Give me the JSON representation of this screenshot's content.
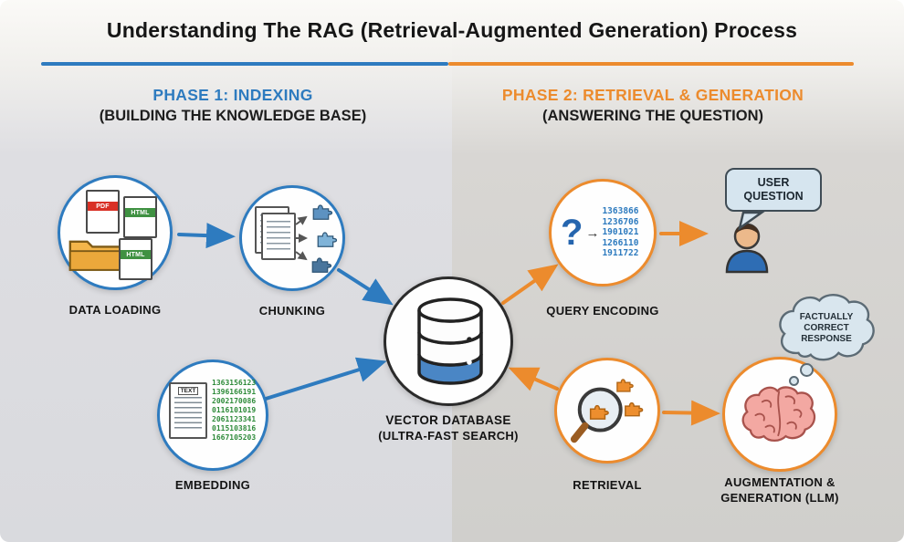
{
  "title": "Understanding The RAG (Retrieval-Augmented Generation) Process",
  "colors": {
    "phase1_blue": "#2e7bbf",
    "phase2_orange": "#ec8b2d",
    "database_blue": "#4a86c5",
    "brain_pink": "#f3a8a2"
  },
  "phase1": {
    "title": "PHASE 1: INDEXING",
    "subtitle": "(BUILDING THE KNOWLEDGE BASE)"
  },
  "phase2": {
    "title": "PHASE 2: RETRIEVAL & GENERATION",
    "subtitle": "(ANSWERING THE QUESTION)"
  },
  "icons": {
    "encode_arrow": "→"
  },
  "nodes": {
    "data_loading": {
      "label": "DATA LOADING",
      "file_types": [
        "PDF",
        "HTML",
        "HTML"
      ]
    },
    "chunking": {
      "label": "CHUNKING"
    },
    "embedding": {
      "label": "EMBEDDING",
      "doc_label": "TEXT",
      "vectors": [
        "1363156123",
        "1396166191",
        "2002170086",
        "0116101019",
        "2061123341",
        "0115103816",
        "1667105203"
      ]
    },
    "vector_database": {
      "label": "VECTOR DATABASE",
      "sublabel": "(ULTRA-FAST SEARCH)"
    },
    "query_encoding": {
      "label": "QUERY ENCODING",
      "symbol": "?",
      "vectors": [
        "1363866",
        "1236706",
        "1901021",
        "1266110",
        "1911722"
      ]
    },
    "retrieval": {
      "label": "RETRIEVAL"
    },
    "augmentation": {
      "label_line1": "AUGMENTATION &",
      "label_line2": "GENERATION (LLM)"
    }
  },
  "callouts": {
    "user_question": {
      "line1": "USER",
      "line2": "QUESTION"
    },
    "response": {
      "line1": "FACTUALLY",
      "line2": "CORRECT",
      "line3": "RESPONSE"
    }
  }
}
